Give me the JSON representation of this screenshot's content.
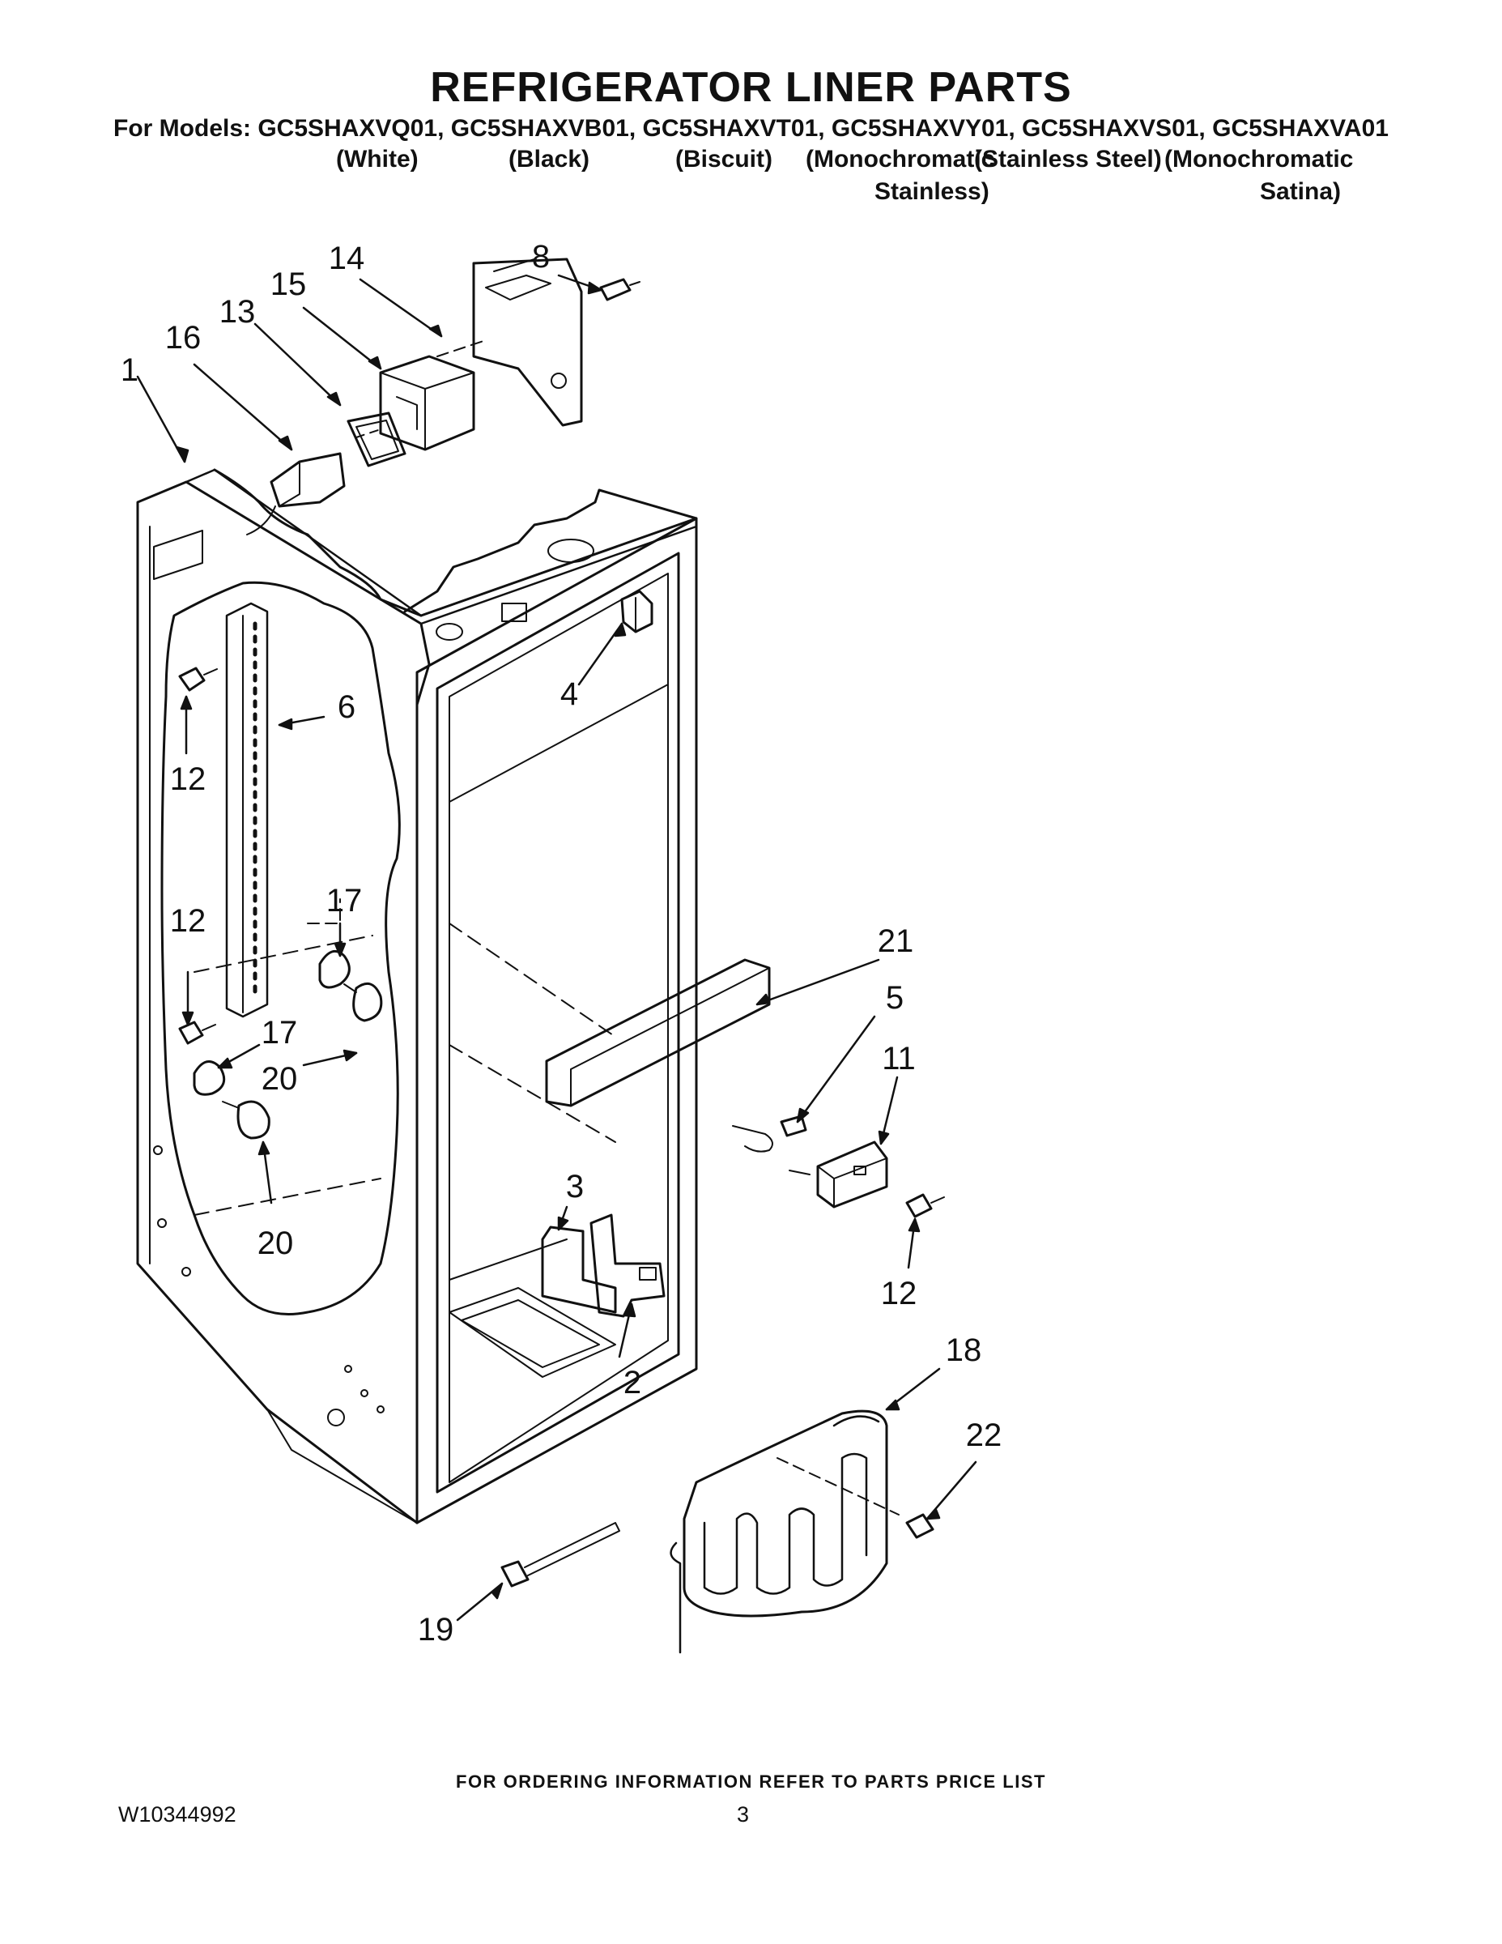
{
  "header": {
    "title": "REFRIGERATOR LINER PARTS",
    "models_line": "For Models: GC5SHAXVQ01, GC5SHAXVB01, GC5SHAXVT01, GC5SHAXVY01, GC5SHAXVS01, GC5SHAXVA01",
    "variants": {
      "white": "(White)",
      "black": "(Black)",
      "biscuit": "(Biscuit)",
      "mono_stainless_1": "(Monochromatic",
      "mono_stainless_2": "Stainless)",
      "stainless_steel": "(Stainless Steel)",
      "mono_satina_1": "(Monochromatic",
      "mono_satina_2": "Satina)"
    }
  },
  "callouts": {
    "c1": "1",
    "c2": "2",
    "c3": "3",
    "c4": "4",
    "c5": "5",
    "c6": "6",
    "c8": "8",
    "c11": "11",
    "c12a": "12",
    "c12b": "12",
    "c12c": "12",
    "c13": "13",
    "c14": "14",
    "c15": "15",
    "c16": "16",
    "c17a": "17",
    "c17b": "17",
    "c18": "18",
    "c19": "19",
    "c20a": "20",
    "c20b": "20",
    "c21": "21",
    "c22": "22"
  },
  "footer": {
    "note": "FOR ORDERING INFORMATION REFER TO PARTS PRICE LIST",
    "doc_id": "W10344992",
    "page": "3"
  }
}
